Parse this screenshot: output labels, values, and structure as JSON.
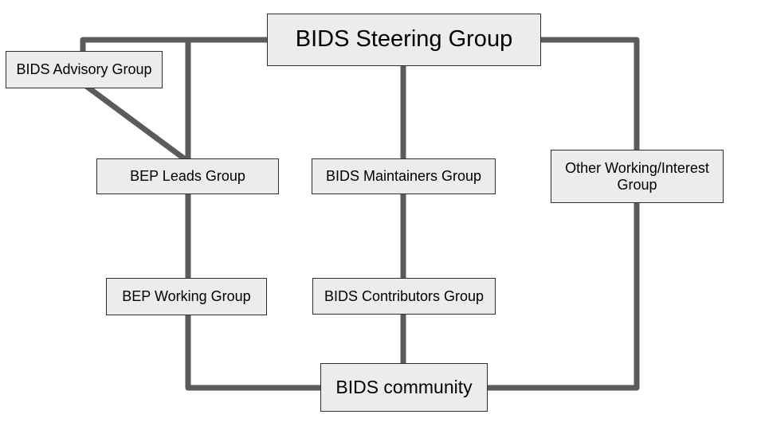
{
  "diagram": {
    "nodes": {
      "steering": {
        "label": "BIDS Steering Group"
      },
      "advisory": {
        "label": "BIDS Advisory Group"
      },
      "bep_leads": {
        "label": "BEP Leads Group"
      },
      "maintainers": {
        "label": "BIDS Maintainers Group"
      },
      "other_wg": {
        "label": "Other Working/Interest Group"
      },
      "bep_working": {
        "label": "BEP Working Group"
      },
      "contributors": {
        "label": "BIDS Contributors Group"
      },
      "community": {
        "label": "BIDS community"
      }
    },
    "edges": [
      {
        "from": "steering",
        "to": "advisory"
      },
      {
        "from": "steering",
        "to": "bep_leads"
      },
      {
        "from": "steering",
        "to": "maintainers"
      },
      {
        "from": "steering",
        "to": "other_wg"
      },
      {
        "from": "advisory",
        "to": "bep_leads"
      },
      {
        "from": "bep_leads",
        "to": "bep_working"
      },
      {
        "from": "maintainers",
        "to": "contributors"
      },
      {
        "from": "other_wg",
        "to": "community"
      },
      {
        "from": "bep_working",
        "to": "community"
      },
      {
        "from": "contributors",
        "to": "community"
      }
    ],
    "colors": {
      "connector": "#5b5b5b",
      "node_fill": "#ececec",
      "node_border": "#2e2e2e",
      "text": "#000000",
      "background": "#ffffff"
    }
  }
}
